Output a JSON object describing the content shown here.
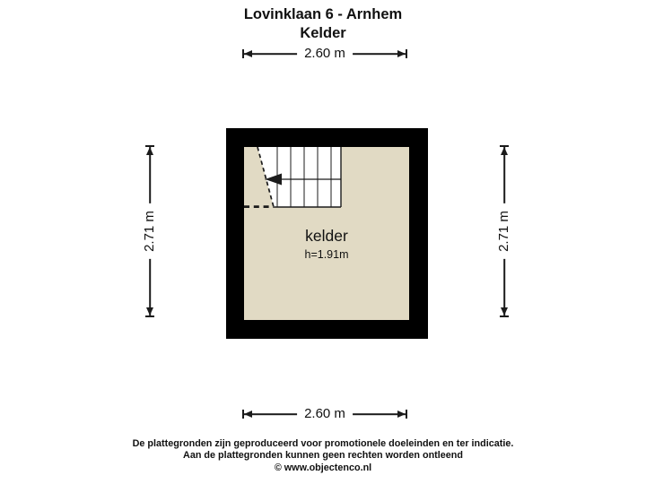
{
  "header": {
    "title": "Lovinklaan 6 - Arnhem",
    "subtitle": "Kelder"
  },
  "room": {
    "label": "kelder",
    "height": "h=1.91m"
  },
  "dimensions": {
    "top": "2.60 m",
    "bottom": "2.60 m",
    "left": "2.71 m",
    "right": "2.71 m"
  },
  "footer": {
    "disclaimer1": "De plattegronden zijn geproduceerd voor promotionele doeleinden en ter indicatie.",
    "disclaimer2": "Aan de plattegronden kunnen geen rechten worden ontleend",
    "copyright": "© www.objectenco.nl"
  },
  "colors": {
    "wall": "#000000",
    "floor": "#e1dac4",
    "stairs": "#ffffff",
    "line": "#1b1b1b",
    "bg": "#ffffff",
    "text": "#111111"
  }
}
